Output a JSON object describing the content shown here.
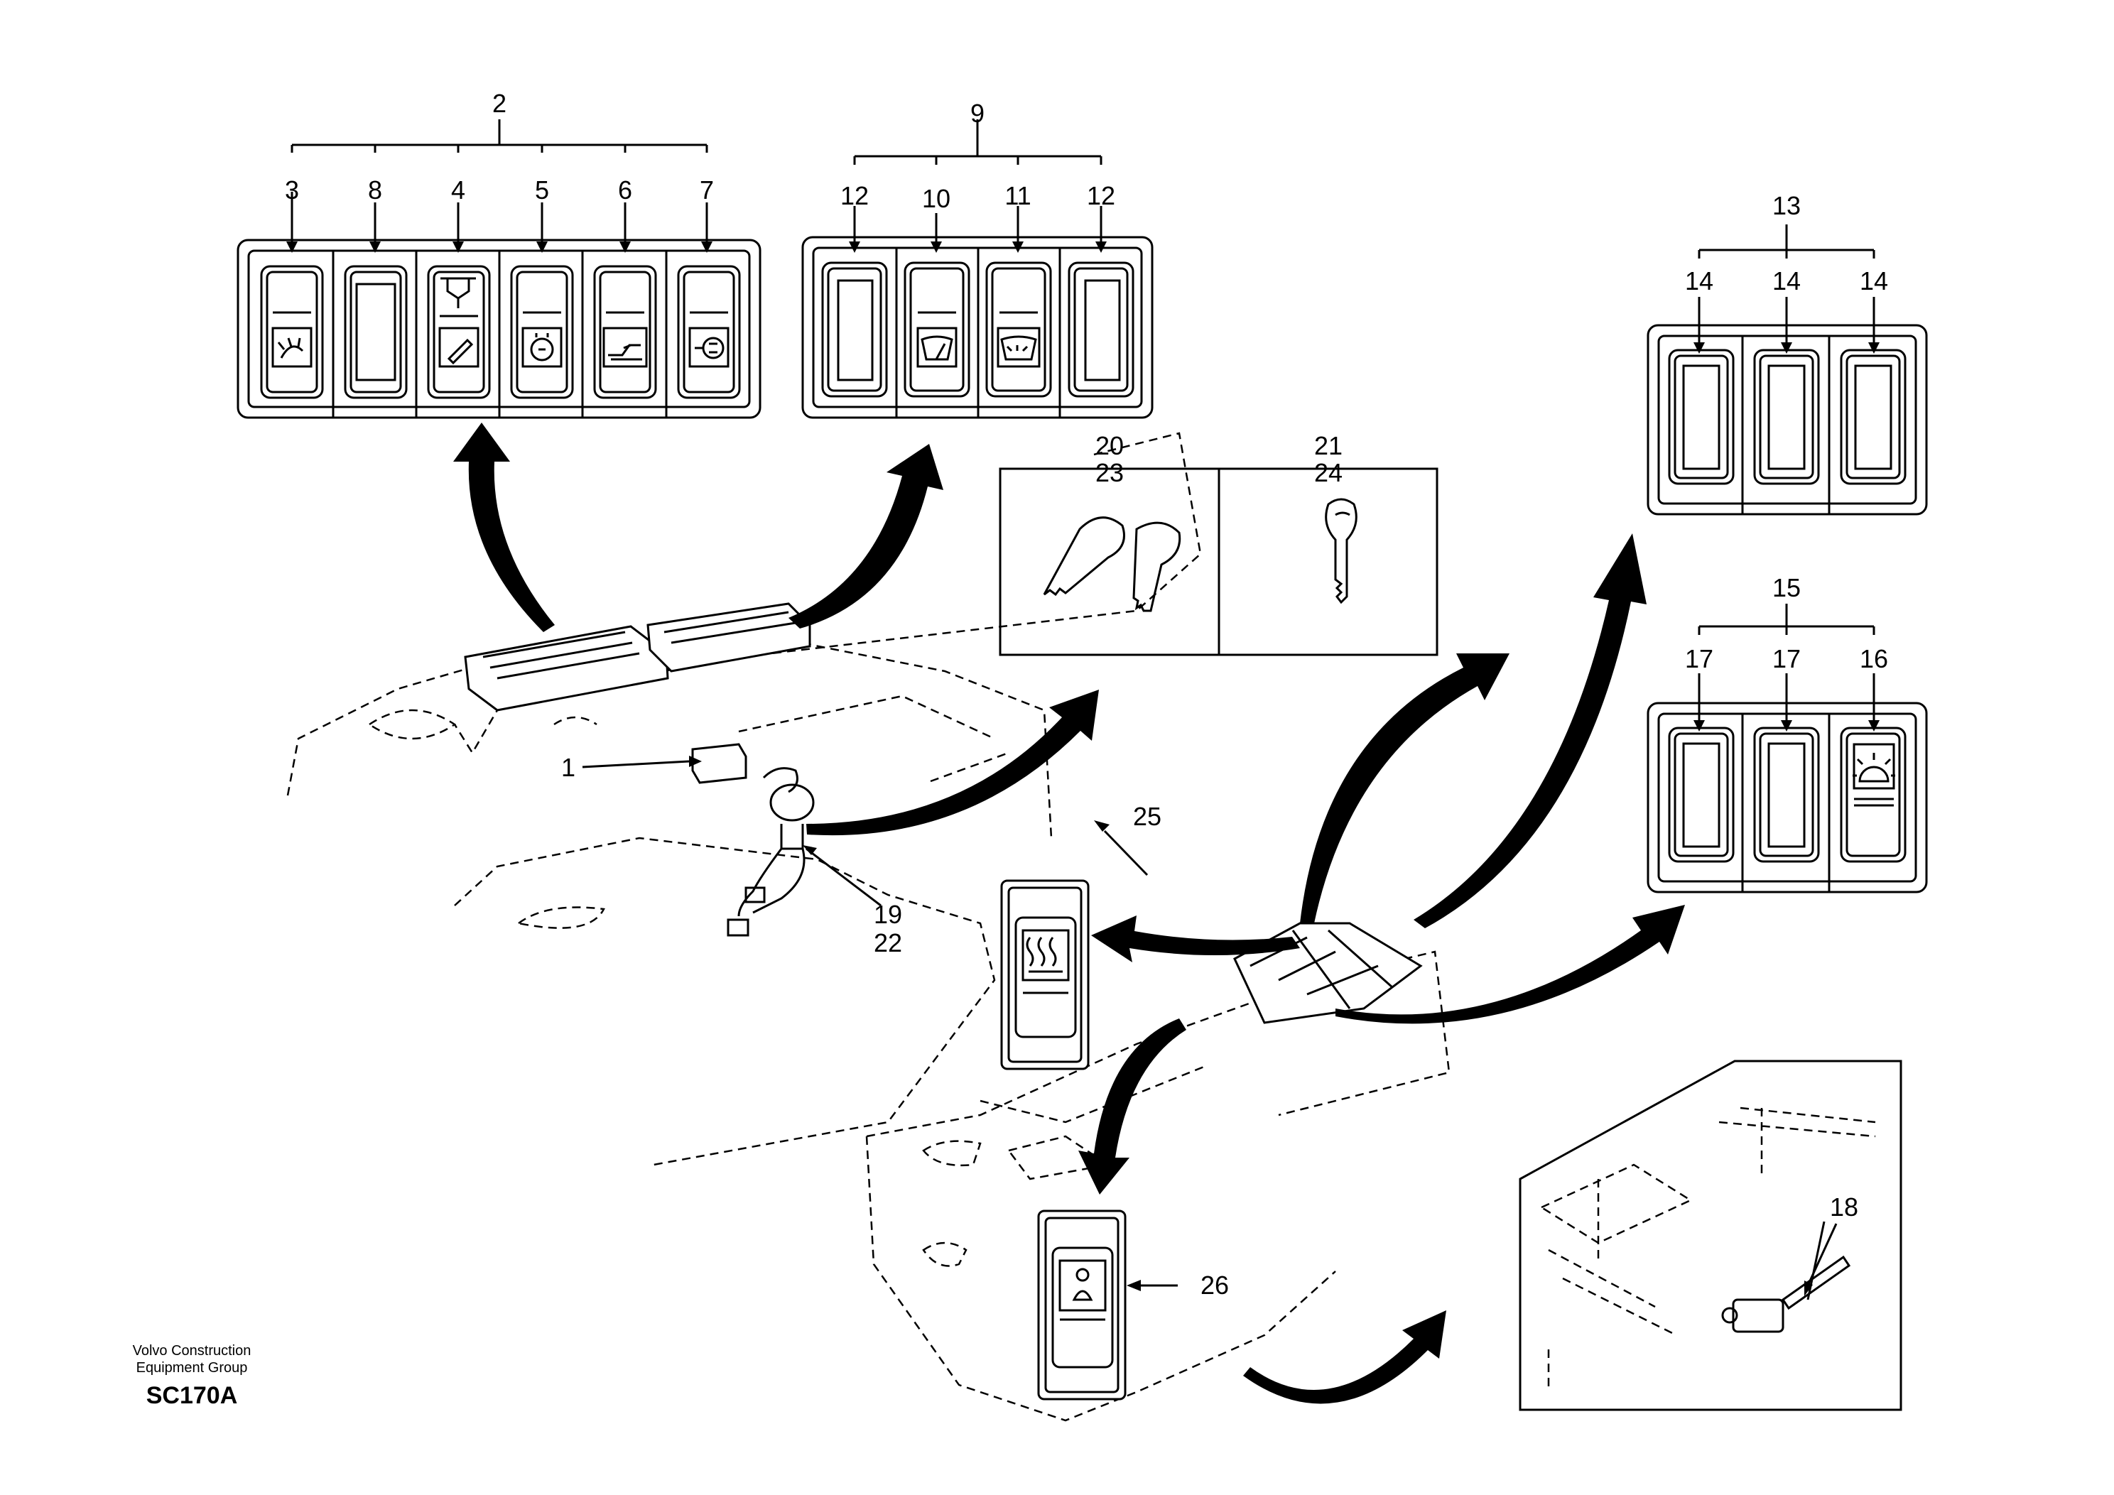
{
  "labels": {
    "l1": "1",
    "l2": "2",
    "l3": "3",
    "l4": "4",
    "l5": "5",
    "l6": "6",
    "l7": "7",
    "l8": "8",
    "l9": "9",
    "l10": "10",
    "l11": "11",
    "l12a": "12",
    "l12b": "12",
    "l13": "13",
    "l14a": "14",
    "l14b": "14",
    "l14c": "14",
    "l15": "15",
    "l16": "16",
    "l17a": "17",
    "l17b": "17",
    "l18": "18",
    "l19": "19",
    "l22": "22",
    "l20": "20",
    "l23": "23",
    "l21": "21",
    "l24": "24",
    "l25": "25",
    "l26": "26"
  },
  "footer": {
    "org_line1": "Volvo Construction",
    "org_line2": "Equipment Group",
    "code": "SC170A"
  },
  "icons": [
    "work-light-icon",
    "lube-icon",
    "engine-heater-icon",
    "travel-alarm-icon",
    "fuel-pump-icon",
    "wiper-icon",
    "washer-icon",
    "beacon-icon",
    "rear-defrost-icon",
    "seat-heater-icon",
    "key-icon"
  ]
}
